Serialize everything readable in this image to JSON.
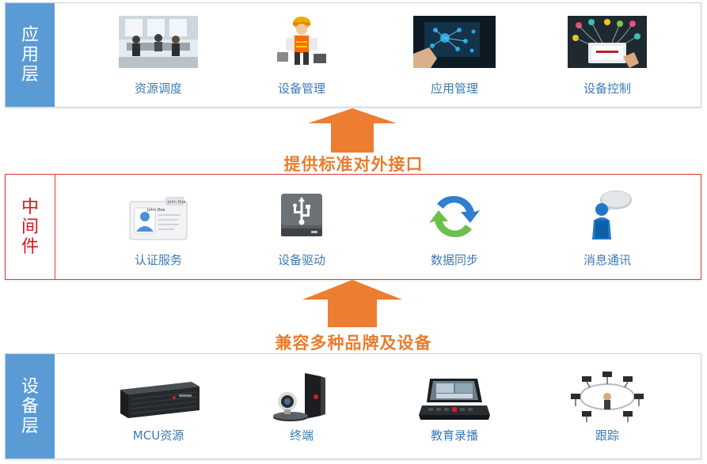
{
  "layers": {
    "app": {
      "label_chars": [
        "应",
        "用",
        "层"
      ],
      "items": [
        {
          "label": "资源调度",
          "icon": "meeting-room-icon"
        },
        {
          "label": "设备管理",
          "icon": "technician-icon"
        },
        {
          "label": "应用管理",
          "icon": "touch-network-icon"
        },
        {
          "label": "设备控制",
          "icon": "tablet-control-icon"
        }
      ]
    },
    "middleware": {
      "label_chars": [
        "中",
        "间",
        "件"
      ],
      "items": [
        {
          "label": "认证服务",
          "icon": "contact-card-icon",
          "card_name": "John Doe"
        },
        {
          "label": "设备驱动",
          "icon": "usb-drive-icon"
        },
        {
          "label": "数据同步",
          "icon": "sync-icon"
        },
        {
          "label": "消息通讯",
          "icon": "chat-person-icon"
        }
      ]
    },
    "device": {
      "label_chars": [
        "设",
        "备",
        "层"
      ],
      "items": [
        {
          "label": "MCU资源",
          "icon": "mcu-server-icon"
        },
        {
          "label": "终端",
          "icon": "video-terminal-icon"
        },
        {
          "label": "教育录播",
          "icon": "recording-console-icon"
        },
        {
          "label": "跟踪",
          "icon": "camera-tracking-icon"
        }
      ]
    }
  },
  "arrows": {
    "upper_caption": "提供标准对外接口",
    "lower_caption": "兼容多种品牌及设备"
  },
  "colors": {
    "label_blue": "#5b9bd5",
    "middle_red": "#d9141e",
    "item_text": "#3d7bb5",
    "arrow_orange": "#ed7d31",
    "caption_orange": "#e97c2d"
  }
}
